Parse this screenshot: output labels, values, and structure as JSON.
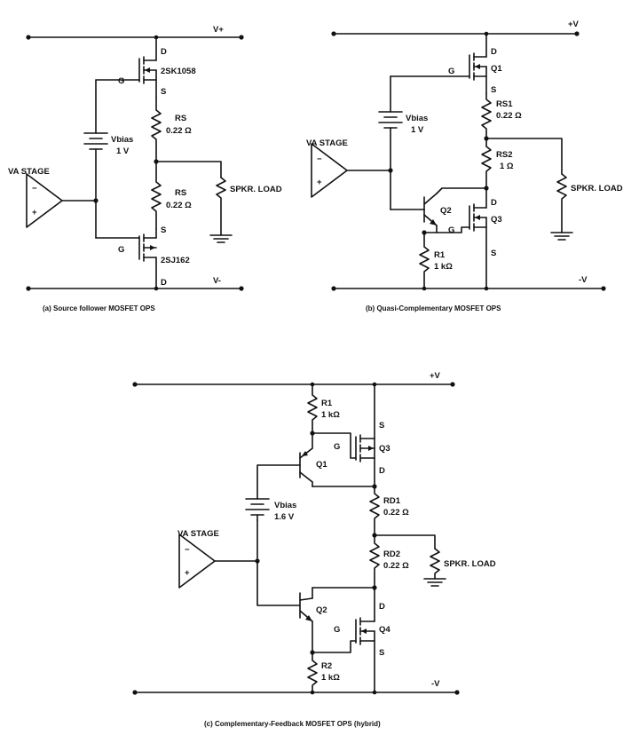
{
  "circuit_a": {
    "rail_pos": "V+",
    "rail_neg": "V-",
    "upper_fet": "2SK1058",
    "lower_fet": "2SJ162",
    "d": "D",
    "s": "S",
    "g": "G",
    "vbias_name": "Vbias",
    "vbias_value": "1 V",
    "rs_name": "RS",
    "rs_value": "0.22 Ω",
    "load": "SPKR. LOAD",
    "va_stage": "VA STAGE",
    "minus": "−",
    "plus": "+",
    "caption": "(a)  Source follower MOSFET OPS"
  },
  "circuit_b": {
    "rail_pos": "+V",
    "rail_neg": "-V",
    "q1": "Q1",
    "q2": "Q2",
    "q3": "Q3",
    "d": "D",
    "s": "S",
    "g": "G",
    "vbias_name": "Vbias",
    "vbias_value": "1 V",
    "rs1_name": "RS1",
    "rs1_value": "0.22 Ω",
    "rs2_name": "RS2",
    "rs2_value": "1 Ω",
    "r1_name": "R1",
    "r1_value": "1 kΩ",
    "load": "SPKR. LOAD",
    "va_stage": "VA STAGE",
    "minus": "−",
    "plus": "+",
    "caption": "(b) Quasi-Complementary MOSFET OPS"
  },
  "circuit_c": {
    "rail_pos": "+V",
    "rail_neg": "-V",
    "q1": "Q1",
    "q2": "Q2",
    "q3": "Q3",
    "q4": "Q4",
    "d": "D",
    "s": "S",
    "g": "G",
    "r1_name": "R1",
    "r1_value": "1 kΩ",
    "r2_name": "R2",
    "r2_value": "1 kΩ",
    "vbias_name": "Vbias",
    "vbias_value": "1.6 V",
    "rd1_name": "RD1",
    "rd1_value": "0.22 Ω",
    "rd2_name": "RD2",
    "rd2_value": "0.22 Ω",
    "load": "SPKR. LOAD",
    "va_stage": "VA STAGE",
    "minus": "−",
    "plus": "+",
    "caption": "(c)  Complementary-Feedback MOSFET OPS (hybrid)"
  }
}
